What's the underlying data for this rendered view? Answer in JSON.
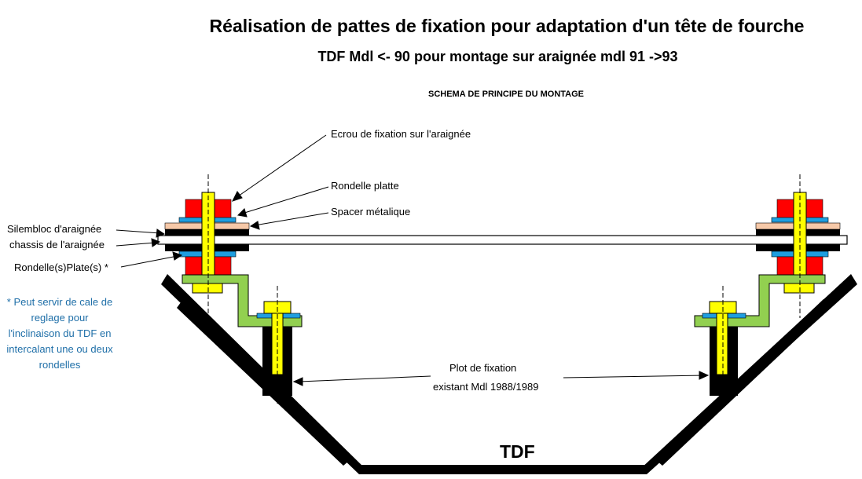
{
  "title": "Réalisation de pattes de fixation pour adaptation d'un tête de fourche",
  "subtitle": "TDF Mdl <- 90 pour montage sur araignée mdl 91 ->93",
  "schema_title": "SCHEMA DE PRINCIPE DU MONTAGE",
  "labels": {
    "ecrou": "Ecrou de fixation sur l'araignée",
    "rondelle_platte": "Rondelle platte",
    "spacer": "Spacer métalique",
    "silembloc": "Silembloc d'araignée",
    "chassis": "chassis de l'araignée",
    "rondelles_plates": "Rondelle(s)Plate(s) *",
    "plot_line1": "Plot de fixation",
    "plot_line2": "existant Mdl 1988/1989",
    "tdf": "TDF"
  },
  "note": {
    "asterisk": "* ",
    "line1": "Peut servir de cale de",
    "line2": "reglage  pour",
    "line3": "l'inclinaison du TDF en",
    "line4": "intercalant une ou deux",
    "line5": "rondelles"
  },
  "colors": {
    "nut_red": "#ff0000",
    "bolt_yellow": "#ffff00",
    "washer_blue": "#1e9ee0",
    "spacer_peach": "#f7c9a8",
    "bracket_green": "#92d050",
    "silentbloc_black": "#000000",
    "note_text": "#1f6fa8"
  }
}
